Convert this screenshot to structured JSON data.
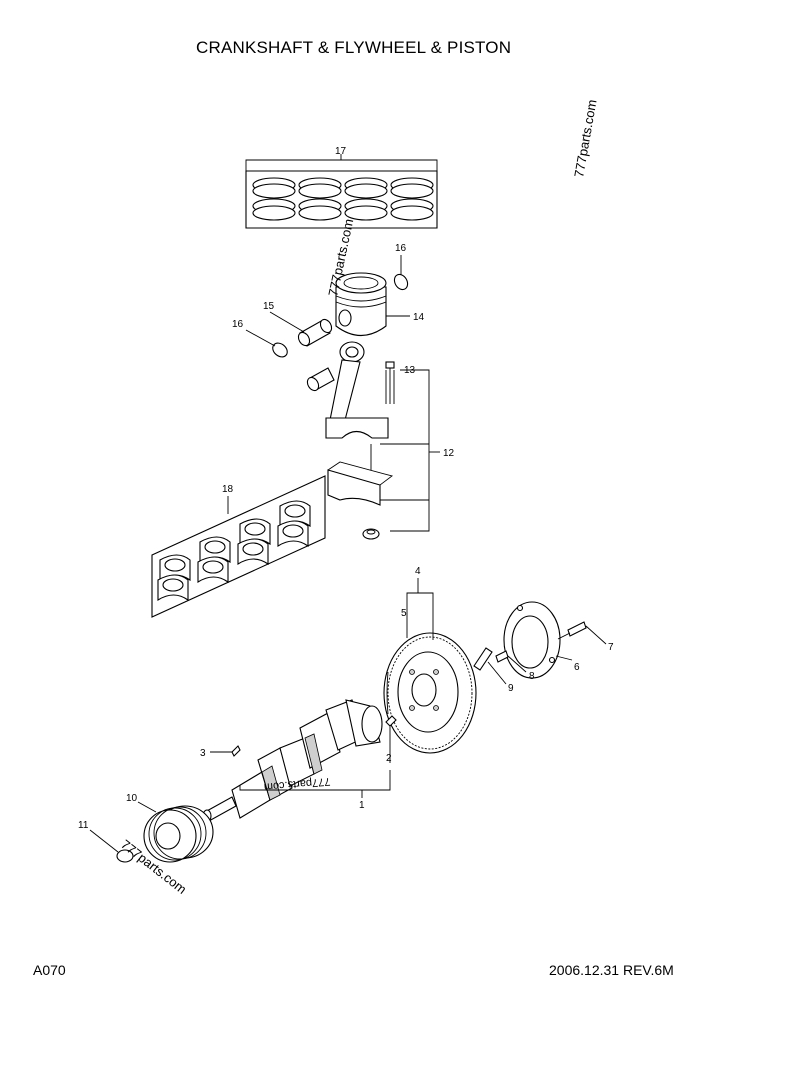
{
  "title": "CRANKSHAFT & FLYWHEEL & PISTON",
  "footer": {
    "code": "A070",
    "revision": "2006.12.31 REV.6M"
  },
  "watermarks": [
    "777parts.com",
    "777parts.com",
    "777parts.com",
    "777parts.com"
  ],
  "callouts": [
    "17",
    "16",
    "14",
    "15",
    "16",
    "13",
    "12",
    "18",
    "4",
    "5",
    "7",
    "6",
    "8",
    "9",
    "3",
    "2",
    "1",
    "10",
    "11"
  ]
}
